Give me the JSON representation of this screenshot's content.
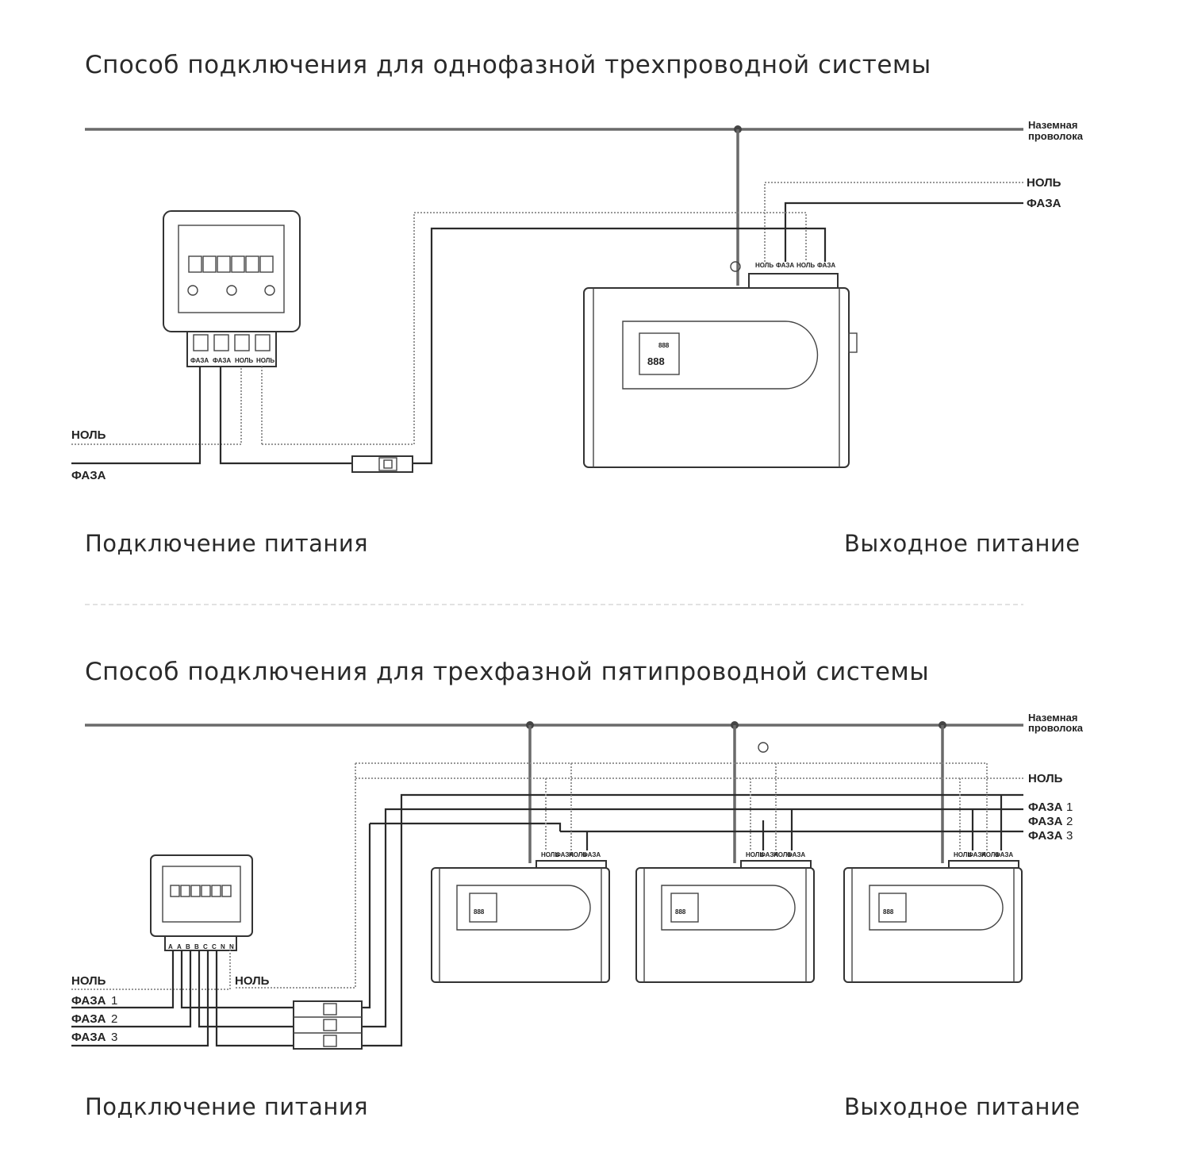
{
  "section1": {
    "title": "Способ подключения для однофазной трехпроводной системы",
    "ground_label_1": "Наземная",
    "ground_label_2": "проволока",
    "out_neutral": "НОЛЬ",
    "out_phase": "ФАЗА",
    "terminals": [
      "НОЛЬ",
      "ФАЗА",
      "НОЛЬ",
      "ФАЗА"
    ],
    "meter_terminals": [
      "ФАЗА",
      "ФАЗА",
      "НОЛЬ",
      "НОЛЬ"
    ],
    "in_neutral": "НОЛЬ",
    "in_phase": "ФАЗА",
    "lcd_top": "888",
    "lcd_main": "888",
    "left_caption": "Подключение питания",
    "right_caption": "Выходное питание"
  },
  "section2": {
    "title": "Способ подключения для трехфазной пятипроводной системы",
    "ground_label_1": "Наземная",
    "ground_label_2": "проволока",
    "out_neutral": "НОЛЬ",
    "out_phases": [
      {
        "name": "ФАЗА",
        "num": "1"
      },
      {
        "name": "ФАЗА",
        "num": "2"
      },
      {
        "name": "ФАЗА",
        "num": "3"
      }
    ],
    "unit_terminals": [
      "НОЛЬ",
      "ФАЗА",
      "НОЛЬ",
      "ФАЗА"
    ],
    "meter_terminals": [
      "A",
      "A",
      "B",
      "B",
      "C",
      "C",
      "N",
      "N"
    ],
    "in_neutral": "НОЛЬ",
    "in_neutral_2": "НОЛЬ",
    "in_phases": [
      {
        "name": "ФАЗА",
        "num": "1"
      },
      {
        "name": "ФАЗА",
        "num": "2"
      },
      {
        "name": "ФАЗА",
        "num": "3"
      }
    ],
    "lcd_main": "888",
    "left_caption": "Подключение питания",
    "right_caption": "Выходное питание"
  }
}
